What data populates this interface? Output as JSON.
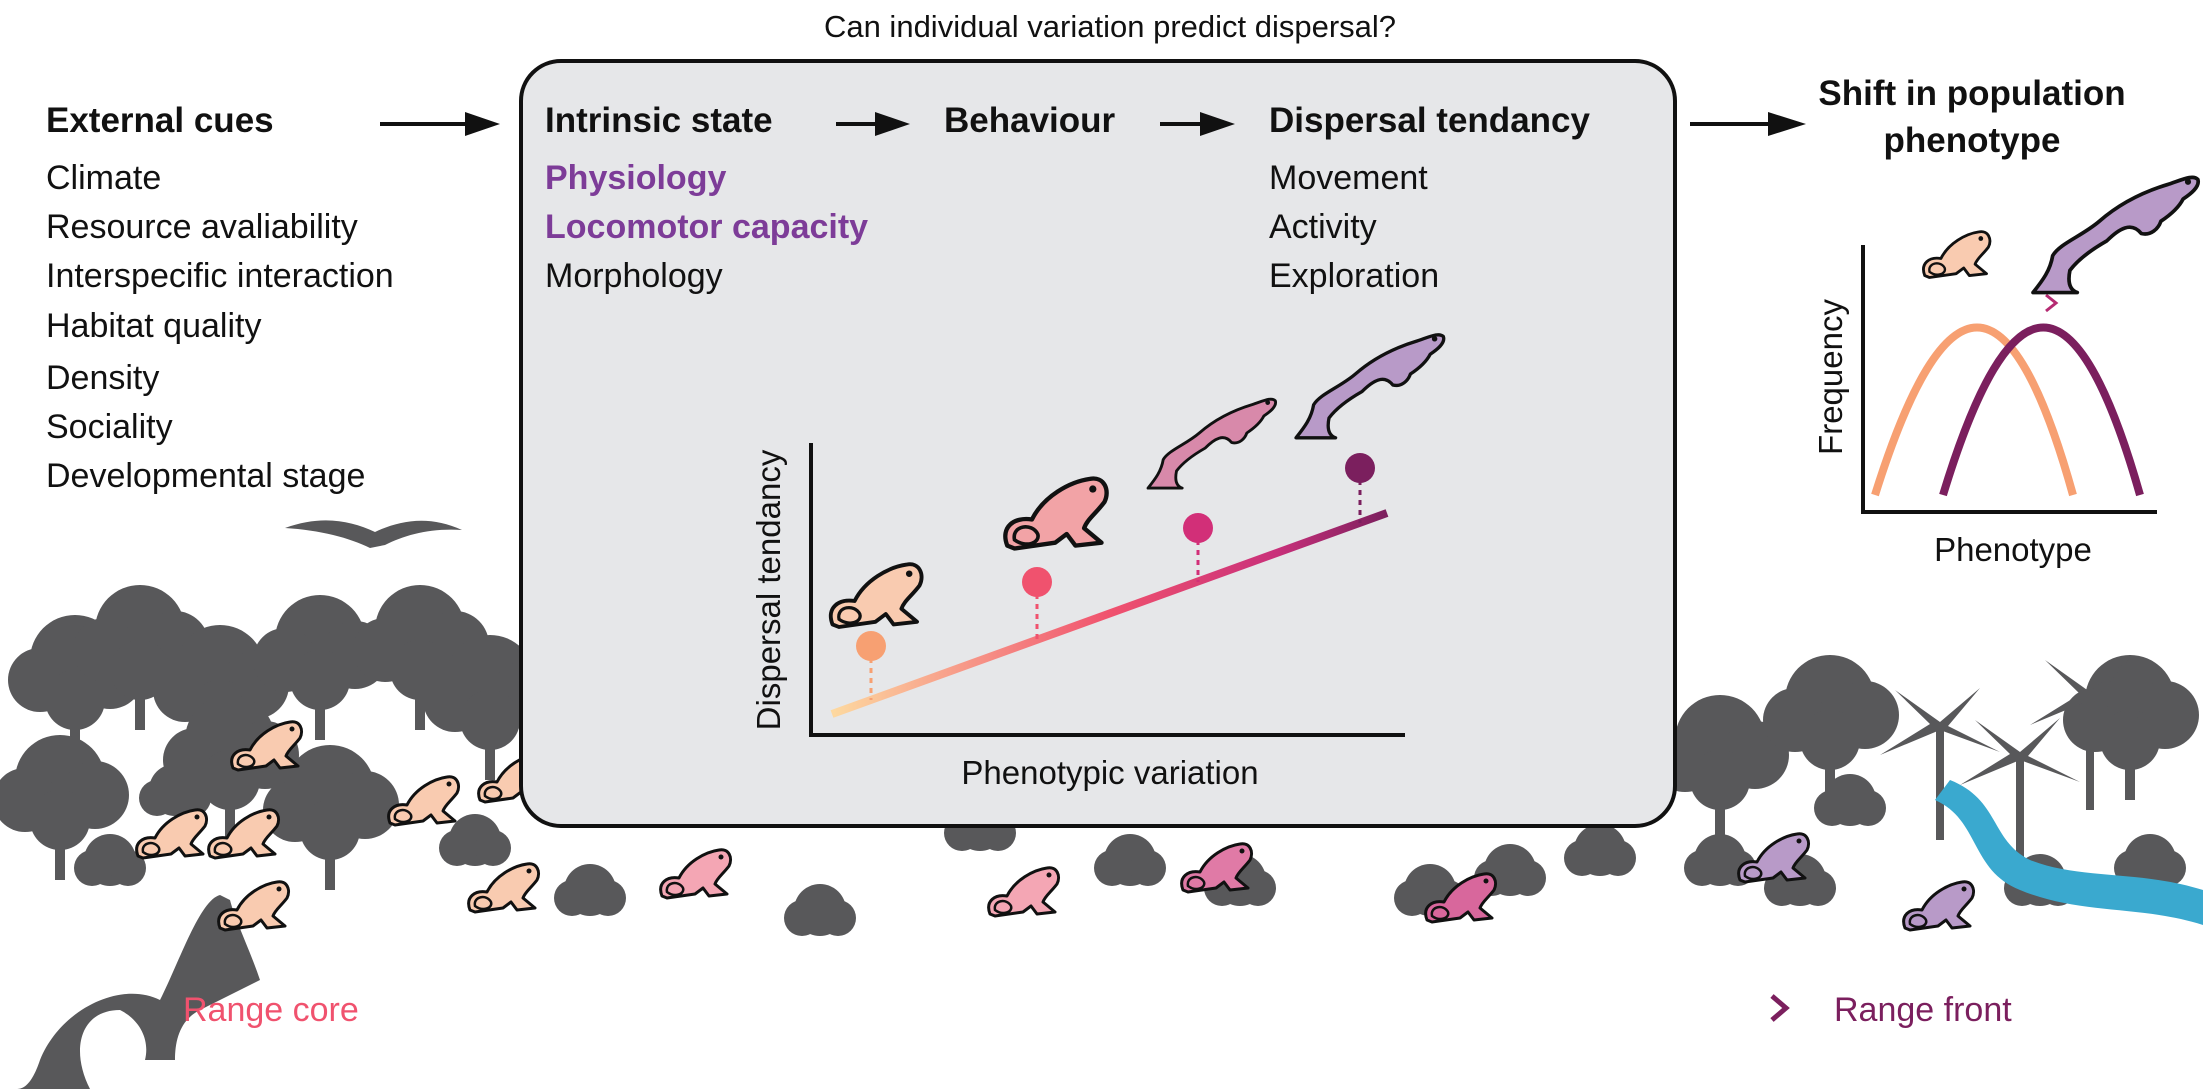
{
  "title": "Can individual variation predict dispersal?",
  "external_cues": {
    "heading": "External cues",
    "items": [
      "Climate",
      "Resource avaliability",
      "Interspecific interaction",
      "Habitat quality",
      "Density",
      "Sociality",
      "Developmental stage"
    ]
  },
  "box": {
    "intrinsic_heading": "Intrinsic state",
    "behaviour_heading": "Behaviour",
    "dispersal_heading": "Dispersal tendancy",
    "intrinsic_items": [
      {
        "label": "Physiology",
        "highlight": true
      },
      {
        "label": "Locomotor capacity",
        "highlight": true
      },
      {
        "label": "Morphology",
        "highlight": false
      }
    ],
    "dispersal_items": [
      "Movement",
      "Activity",
      "Exploration"
    ],
    "chart": {
      "xlabel": "Phenotypic variation",
      "ylabel": "Dispersal tendancy"
    }
  },
  "outcome": {
    "heading_line1": "Shift in population",
    "heading_line2": "phenotype",
    "chart": {
      "xlabel": "Phenotype",
      "ylabel": "Frequency"
    }
  },
  "range": {
    "core_label": "Range core",
    "front_label": "Range front"
  },
  "colors": {
    "core": "#f0526e",
    "front": "#7b1f5e",
    "highlight": "#7d3c98",
    "box_fill": "#e6e7e9",
    "orange_curve": "#f7a072",
    "purple_curve": "#7b1f5e"
  }
}
